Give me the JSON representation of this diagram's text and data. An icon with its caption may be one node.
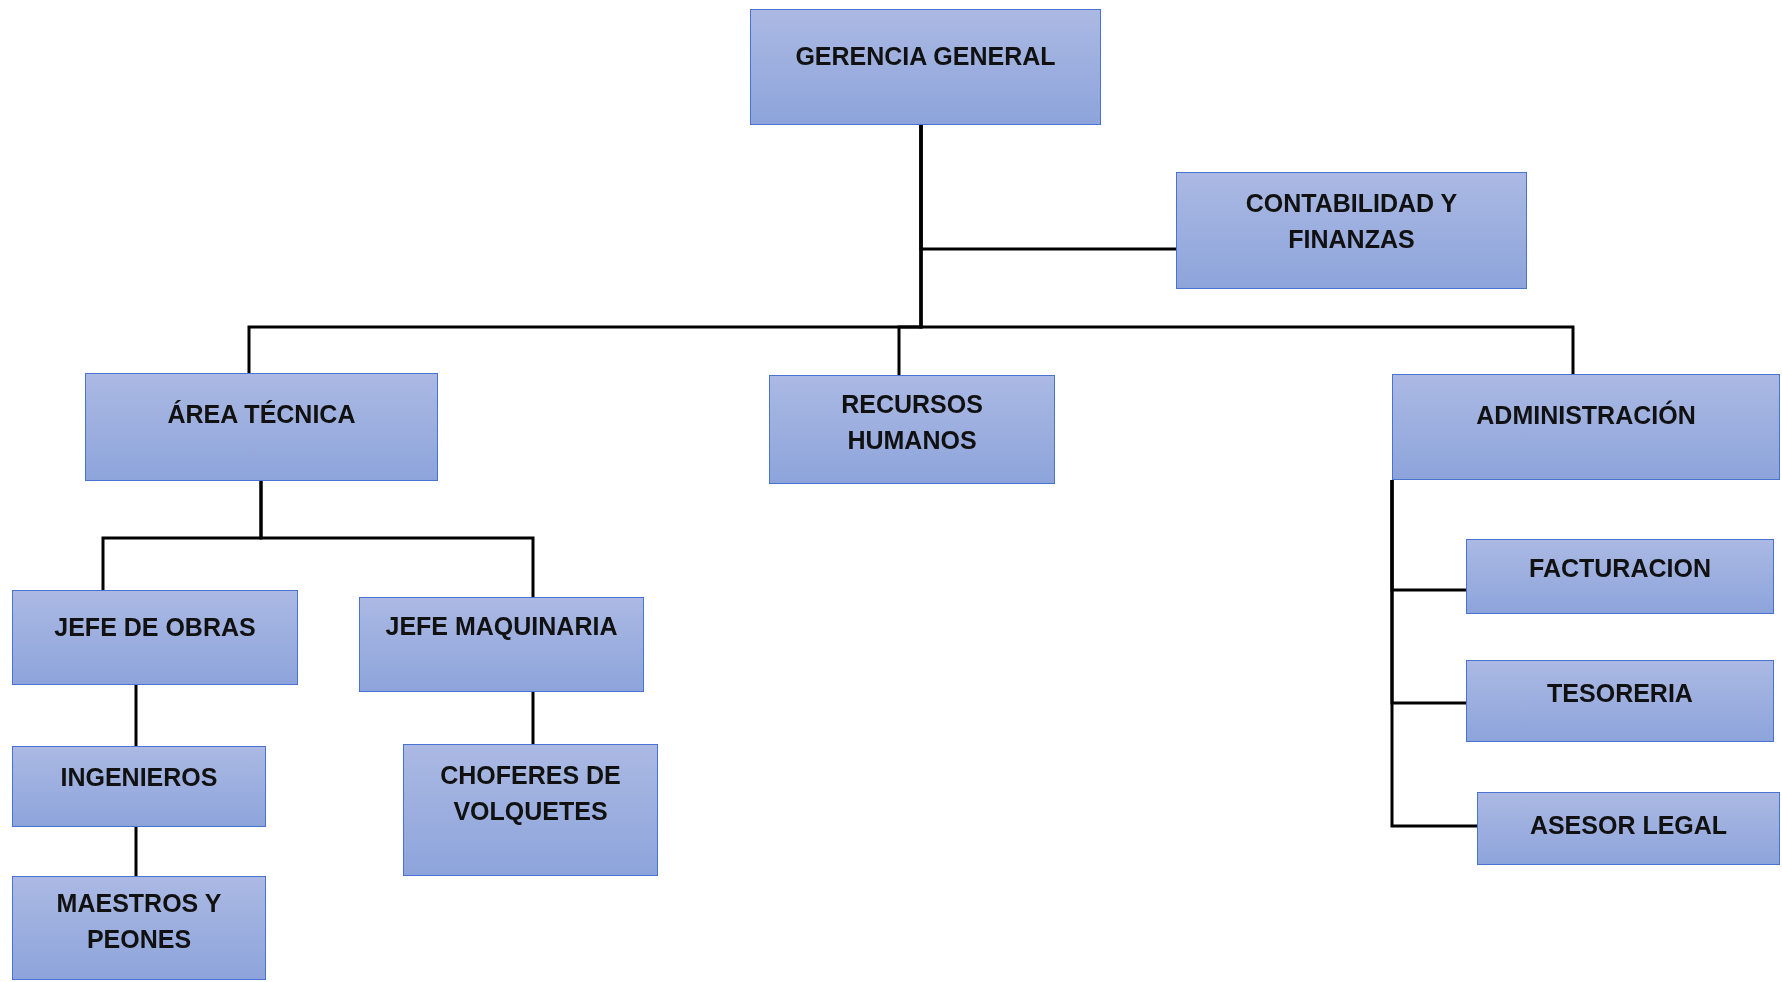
{
  "diagram": {
    "nodes": [
      {
        "text": [
          "GERENCIA GENERAL"
        ]
      },
      {
        "text": [
          "CONTABILIDAD Y FINANZAS"
        ]
      },
      {
        "text": [
          "ÁREA TÉCNICA"
        ]
      },
      {
        "text": [
          "RECURSOS HUMANOS"
        ]
      },
      {
        "text": [
          "ADMINISTRACIÓN"
        ]
      },
      {
        "text": [
          "JEFE DE OBRAS"
        ]
      },
      {
        "text": [
          "JEFE MAQUINARIA"
        ]
      },
      {
        "text": [
          "INGENIEROS"
        ]
      },
      {
        "text": [
          "MAESTROS Y PEONES"
        ]
      },
      {
        "text": [
          "CHOFERES DE VOLQUETES"
        ]
      },
      {
        "text": [
          "FACTURACION"
        ]
      },
      {
        "text": [
          "TESORERIA"
        ]
      },
      {
        "text": [
          "ASESOR LEGAL"
        ]
      }
    ],
    "edges": [
      {
        "from": 0,
        "to": 1,
        "arrow": "none"
      },
      {
        "from": 0,
        "to": 2,
        "arrow": "none"
      },
      {
        "from": 0,
        "to": 3,
        "arrow": "none"
      },
      {
        "from": 0,
        "to": 4,
        "arrow": "none"
      },
      {
        "from": 2,
        "to": 5,
        "arrow": "none"
      },
      {
        "from": 2,
        "to": 6,
        "arrow": "none"
      },
      {
        "from": 5,
        "to": 7,
        "arrow": "none"
      },
      {
        "from": 7,
        "to": 8,
        "arrow": "none"
      },
      {
        "from": 6,
        "to": 9,
        "arrow": "none"
      },
      {
        "from": 4,
        "to": 10,
        "arrow": "none"
      },
      {
        "from": 4,
        "to": 11,
        "arrow": "none"
      },
      {
        "from": 4,
        "to": 12,
        "arrow": "none"
      }
    ]
  }
}
